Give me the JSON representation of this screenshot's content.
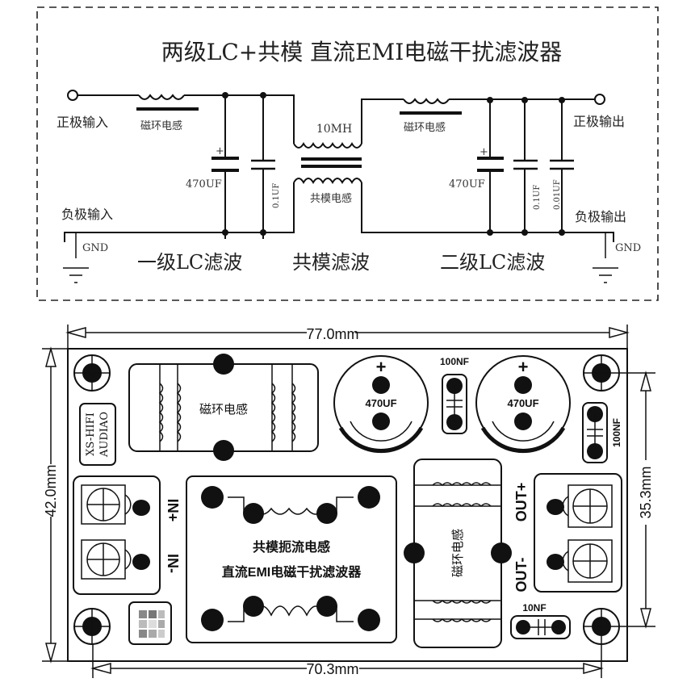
{
  "schematic": {
    "title": "两级LC+共模 直流EMI电磁干扰滤波器",
    "labels": {
      "pos_input": "正极输入",
      "neg_input": "负极输入",
      "pos_output": "正极输出",
      "neg_output": "负极输出",
      "inductor1": "磁环电感",
      "inductor2": "磁环电感",
      "cm_choke_value": "10MH",
      "cm_choke_label": "共模电感",
      "cap_470_in": "470UF",
      "cap_01_in": "0.1UF",
      "cap_470_out": "470UF",
      "cap_01_out": "0.1UF",
      "cap_001_out": "0.01UF",
      "plus": "+",
      "gnd_in": "GND",
      "gnd_out": "GND"
    },
    "stages": {
      "stage1": "一级LC滤波",
      "stage2": "共模滤波",
      "stage3": "二级LC滤波"
    }
  },
  "pcb": {
    "dims": {
      "width": "77.0mm",
      "height": "42.0mm",
      "hole_spacing_x": "70.3mm",
      "hole_spacing_y": "35.3mm"
    },
    "brand_line1": "XS-HIFI",
    "brand_line2": "AUDIAO",
    "toroid_top_label": "磁环电感",
    "toroid_right_label": "磁环电感",
    "cap_left_value": "470UF",
    "cap_right_value": "470UF",
    "cap_plus": "+",
    "cap_mid_value": "100NF",
    "cap_side_value": "100NF",
    "cap_bottom_value": "10NF",
    "in_plus": "IN+",
    "in_minus": "IN-",
    "out_plus": "OUT+",
    "out_minus": "OUT-",
    "cm_choke_line1": "共模扼流电感",
    "cm_choke_line2": "直流EMI电磁干扰滤波器"
  }
}
